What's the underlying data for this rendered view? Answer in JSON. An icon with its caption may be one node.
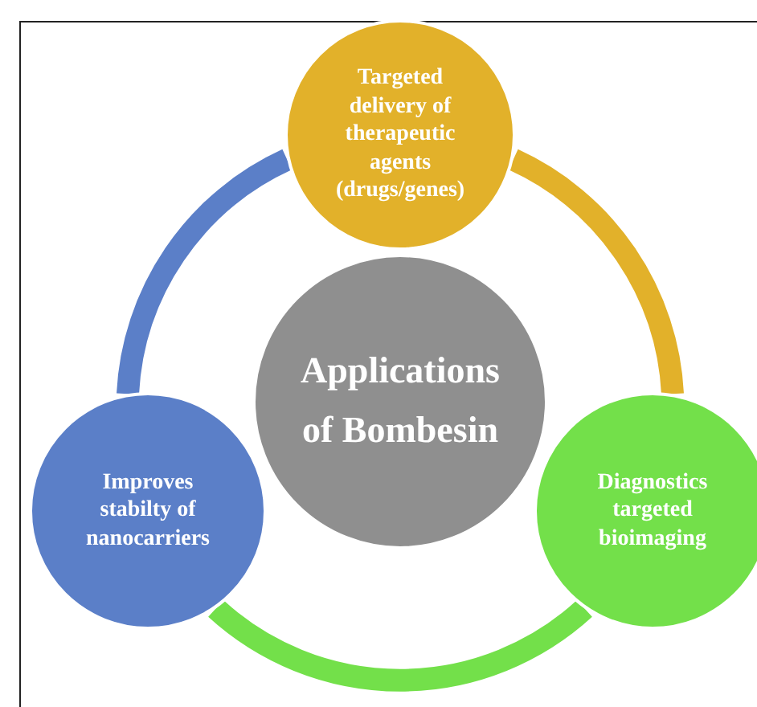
{
  "diagram": {
    "nodes": [
      {
        "text": [
          "Targeted delivery of therapeutic agents (drugs/genes)"
        ]
      },
      {
        "text": [
          "Applications of Bombesin"
        ]
      },
      {
        "text": [
          "Improves stabilty of nanocarriers"
        ]
      },
      {
        "text": [
          "Diagnostics targeted bioimaging"
        ]
      }
    ],
    "edges": [
      {
        "from": 2,
        "to": 0,
        "arrow": "none",
        "color": "#5b7fc8"
      },
      {
        "from": 0,
        "to": 3,
        "arrow": "none",
        "color": "#e2b12a"
      },
      {
        "from": 3,
        "to": 2,
        "arrow": "none",
        "color": "#73e04a"
      }
    ]
  }
}
